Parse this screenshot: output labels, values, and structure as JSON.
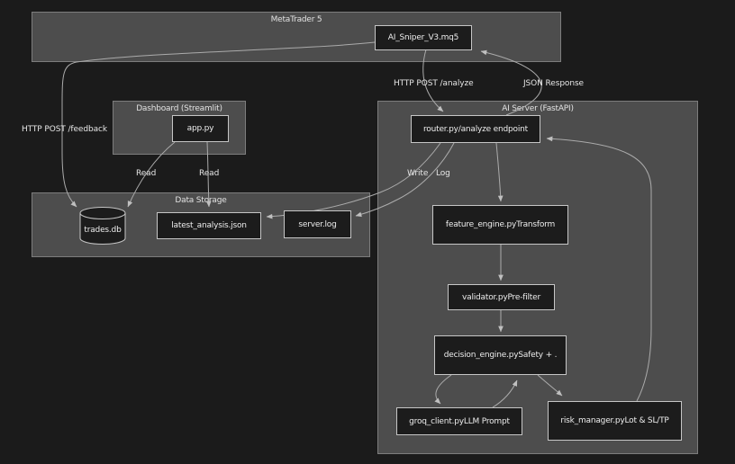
{
  "diagram": {
    "clusters": {
      "metatrader": {
        "label": "MetaTrader 5"
      },
      "dashboard": {
        "label": "Dashboard (Streamlit)"
      },
      "datastorage": {
        "label": "Data Storage"
      },
      "aiserver": {
        "label": "AI Server (FastAPI)"
      }
    },
    "nodes": {
      "sniper": {
        "label": "AI_Sniper_V3.mq5"
      },
      "router": {
        "label": "router.py/analyze endpoint"
      },
      "feature": {
        "label": "feature_engine.pyTransform"
      },
      "validator": {
        "label": "validator.pyPre-filter"
      },
      "decision": {
        "label": "decision_engine.pySafety + ."
      },
      "groq": {
        "label": "groq_client.pyLLM Prompt"
      },
      "risk": {
        "label": "risk_manager.pyLot & SL/TP"
      },
      "trades": {
        "label": "trades.db"
      },
      "latest": {
        "label": "latest_analysis.json"
      },
      "serverlog": {
        "label": "server.log"
      }
    },
    "edge_labels": {
      "analyze": "HTTP POST /analyze",
      "json_response": "JSON Response",
      "feedback": "HTTP POST /feedback",
      "read_db": "Read",
      "read_json": "Read",
      "write": "Write",
      "log": "Log"
    },
    "colors": {
      "background": "#1b1b1b",
      "cluster_fill": "#4d4d4d",
      "cluster_border": "#7d7d7d",
      "node_fill": "#1c1c1c",
      "node_border": "#c6c6c6",
      "edge": "#ababab",
      "text": "#ededed"
    }
  }
}
